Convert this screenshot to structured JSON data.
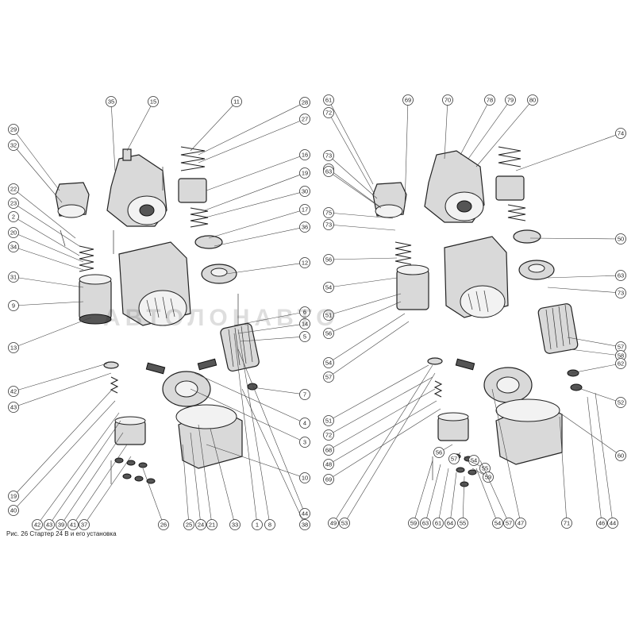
{
  "caption": "Рис. 26 Стартер 24 В и его установка",
  "watermark": "АВТОЛОНАВТО",
  "left_callouts": [
    "35",
    "15",
    "11",
    "28",
    "27",
    "29",
    "32",
    "16",
    "19",
    "22",
    "23",
    "30",
    "2",
    "17",
    "20",
    "36",
    "34",
    "12",
    "31",
    "9",
    "6",
    "14",
    "13",
    "5",
    "7",
    "42",
    "43",
    "4",
    "3",
    "10",
    "19",
    "40",
    "44",
    "42",
    "43",
    "39",
    "41",
    "37",
    "26",
    "25",
    "24",
    "21",
    "33",
    "1",
    "8",
    "38"
  ],
  "right_callouts": [
    "61",
    "72",
    "69",
    "70",
    "78",
    "79",
    "80",
    "73",
    "74",
    "72",
    "63",
    "75",
    "73",
    "50",
    "56",
    "54",
    "63",
    "73",
    "51",
    "56",
    "54",
    "57",
    "57",
    "58",
    "62",
    "52",
    "51",
    "72",
    "68",
    "48",
    "69",
    "60",
    "56",
    "57",
    "54",
    "55",
    "59",
    "59",
    "63",
    "61",
    "64",
    "55",
    "54",
    "57",
    "47",
    "71",
    "46",
    "44",
    "49",
    "53"
  ]
}
